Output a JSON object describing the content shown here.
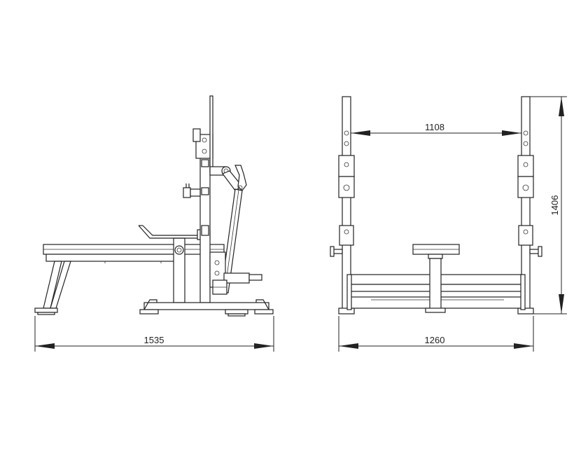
{
  "dimensions": {
    "side_length": "1535",
    "front_inner_width": "1108",
    "front_outer_width": "1260",
    "front_height": "1406"
  },
  "colors": {
    "line": "#222222",
    "background": "#ffffff"
  }
}
